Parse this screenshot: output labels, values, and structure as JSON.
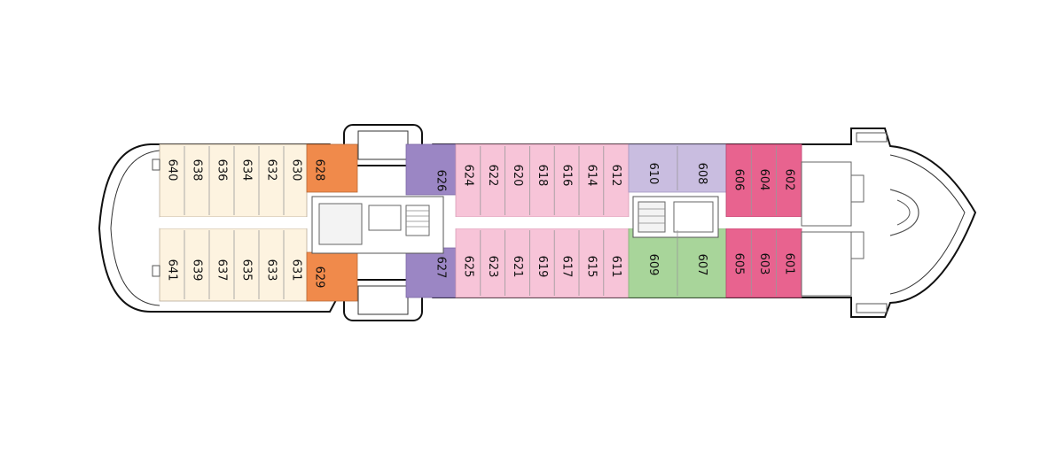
{
  "colors": {
    "cream": "#fdf3e0",
    "orange": "#f08a4b",
    "purple": "#9b86c4",
    "light_pink": "#f7c4d8",
    "lavender": "#c9bde0",
    "green": "#a8d59a",
    "magenta": "#e8638f",
    "hull_stroke": "#111111"
  },
  "cabins": {
    "aft_upper": [
      "640",
      "638",
      "636",
      "634",
      "632",
      "630"
    ],
    "aft_lower": [
      "641",
      "639",
      "637",
      "635",
      "633",
      "631"
    ],
    "orange_upper": "628",
    "orange_lower": "629",
    "purple_upper": "626",
    "purple_lower": "627",
    "pink_upper": [
      "624",
      "622",
      "620",
      "618",
      "616",
      "614",
      "612"
    ],
    "pink_lower": [
      "625",
      "623",
      "621",
      "619",
      "617",
      "615",
      "611"
    ],
    "lavender_upper": [
      "610",
      "608"
    ],
    "green_lower": [
      "609",
      "607"
    ],
    "magenta_upper": [
      "606",
      "604",
      "602"
    ],
    "magenta_lower": [
      "605",
      "603",
      "601"
    ]
  }
}
